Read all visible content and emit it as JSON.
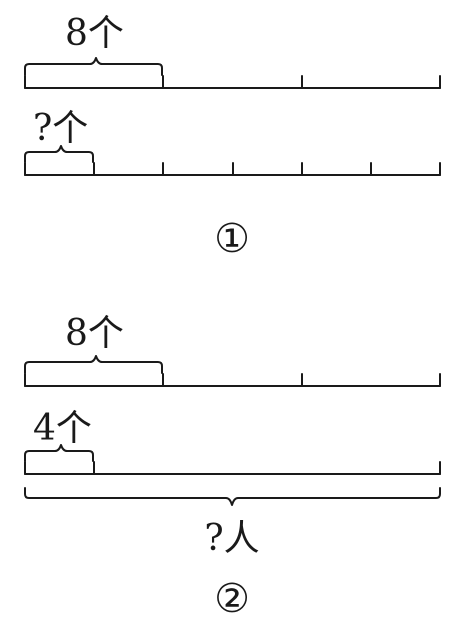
{
  "diagram1": {
    "top_label": "8个",
    "bottom_label": "?个",
    "caption": "①"
  },
  "diagram2": {
    "top_label": "8个",
    "bottom_label": "4个",
    "total_label": "?人",
    "caption": "②"
  }
}
